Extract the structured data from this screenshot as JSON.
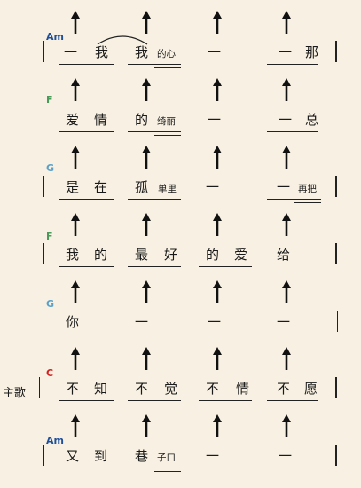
{
  "section_label": "主歌",
  "colors": {
    "Am": "#1e4f9a",
    "F": "#4a9a5a",
    "G": "#5aa0c8",
    "C": "#d02020"
  },
  "rows": [
    {
      "chord": "Am",
      "beats": [
        "一",
        "我",
        "我",
        "的心",
        "一",
        "一",
        "那"
      ],
      "tie": true
    },
    {
      "chord": "F",
      "beats": [
        "爱",
        "情",
        "的",
        "绮丽",
        "一",
        "一",
        "总"
      ]
    },
    {
      "chord": "G",
      "beats": [
        "是",
        "在",
        "孤",
        "单里",
        "一",
        "一",
        "再把"
      ]
    },
    {
      "chord": "F",
      "beats": [
        "我",
        "的",
        "最",
        "好",
        "的",
        "爱",
        "给"
      ]
    },
    {
      "chord": "G",
      "beats": [
        "你",
        "一",
        "一",
        "一"
      ]
    },
    {
      "chord": "C",
      "beats": [
        "不",
        "知",
        "不",
        "觉",
        "不",
        "情",
        "不",
        "愿"
      ]
    },
    {
      "chord": "Am",
      "beats": [
        "又",
        "到",
        "巷",
        "子口",
        "一",
        "一"
      ]
    }
  ]
}
